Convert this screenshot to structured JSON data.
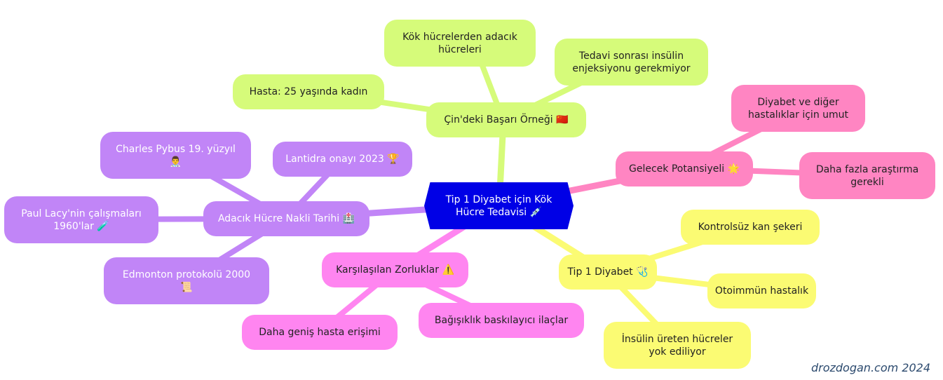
{
  "center": {
    "label": "Tip 1 Diyabet için Kök\nHücre Tedavisi 💉"
  },
  "branches": {
    "cin": {
      "label": "Çin'deki Başarı Örneği 🇨🇳",
      "children": [
        "Kök hücrelerden adacık\nhücreleri",
        "Tedavi sonrası insülin\nenjeksiyonu gerekmiyor",
        "Hasta: 25 yaşında kadın"
      ],
      "color": "#d6fb7a"
    },
    "gelecek": {
      "label": "Gelecek Potansiyeli 🌟",
      "children": [
        "Diyabet ve diğer\nhastalıklar için umut",
        "Daha fazla araştırma\ngerekli"
      ],
      "color": "#ff85c2"
    },
    "tip1": {
      "label": "Tip 1 Diyabet 🩺",
      "children": [
        "Kontrolsüz kan şekeri",
        "Otoimmün hastalık",
        "İnsülin üreten hücreler\nyok ediliyor"
      ],
      "color": "#fbfb73"
    },
    "zorluklar": {
      "label": "Karşılaşılan Zorluklar ⚠️",
      "children": [
        "Bağışıklık baskılayıcı ilaçlar",
        "Daha geniş hasta erişimi"
      ],
      "color": "#ff85f0"
    },
    "tarih": {
      "label": "Adacık Hücre Nakli Tarihi 🏥",
      "children": [
        "Lantidra onayı 2023 🏆",
        "Charles Pybus 19. yüzyıl\n👨‍⚕️",
        "Paul Lacy'nin çalışmaları\n1960'lar 🧪",
        "Edmonton protokolü 2000\n📜"
      ],
      "color": "#c185f7"
    }
  },
  "watermark": "drozdogan.com 2024"
}
